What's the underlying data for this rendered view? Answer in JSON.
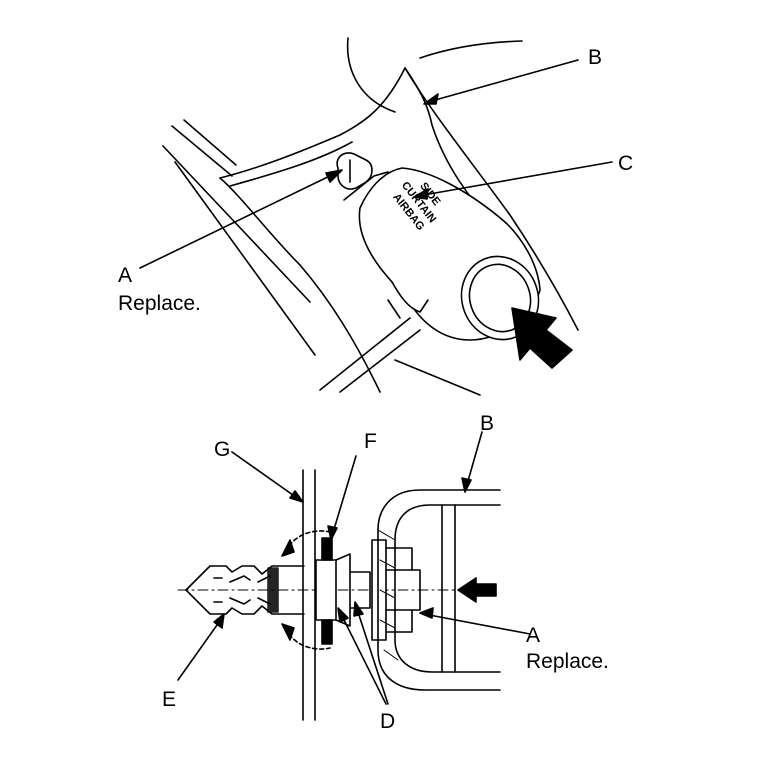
{
  "upper_view": {
    "label_a": "A",
    "label_a_note": "Replace.",
    "label_b": "B",
    "label_c": "C",
    "plate_text": [
      "SIDE",
      "CURTAIN",
      "AIRBAG"
    ]
  },
  "lower_view": {
    "label_a": "A",
    "label_a_note": "Replace.",
    "label_b": "B",
    "label_d": "D",
    "label_e": "E",
    "label_f": "F",
    "label_g": "G"
  }
}
